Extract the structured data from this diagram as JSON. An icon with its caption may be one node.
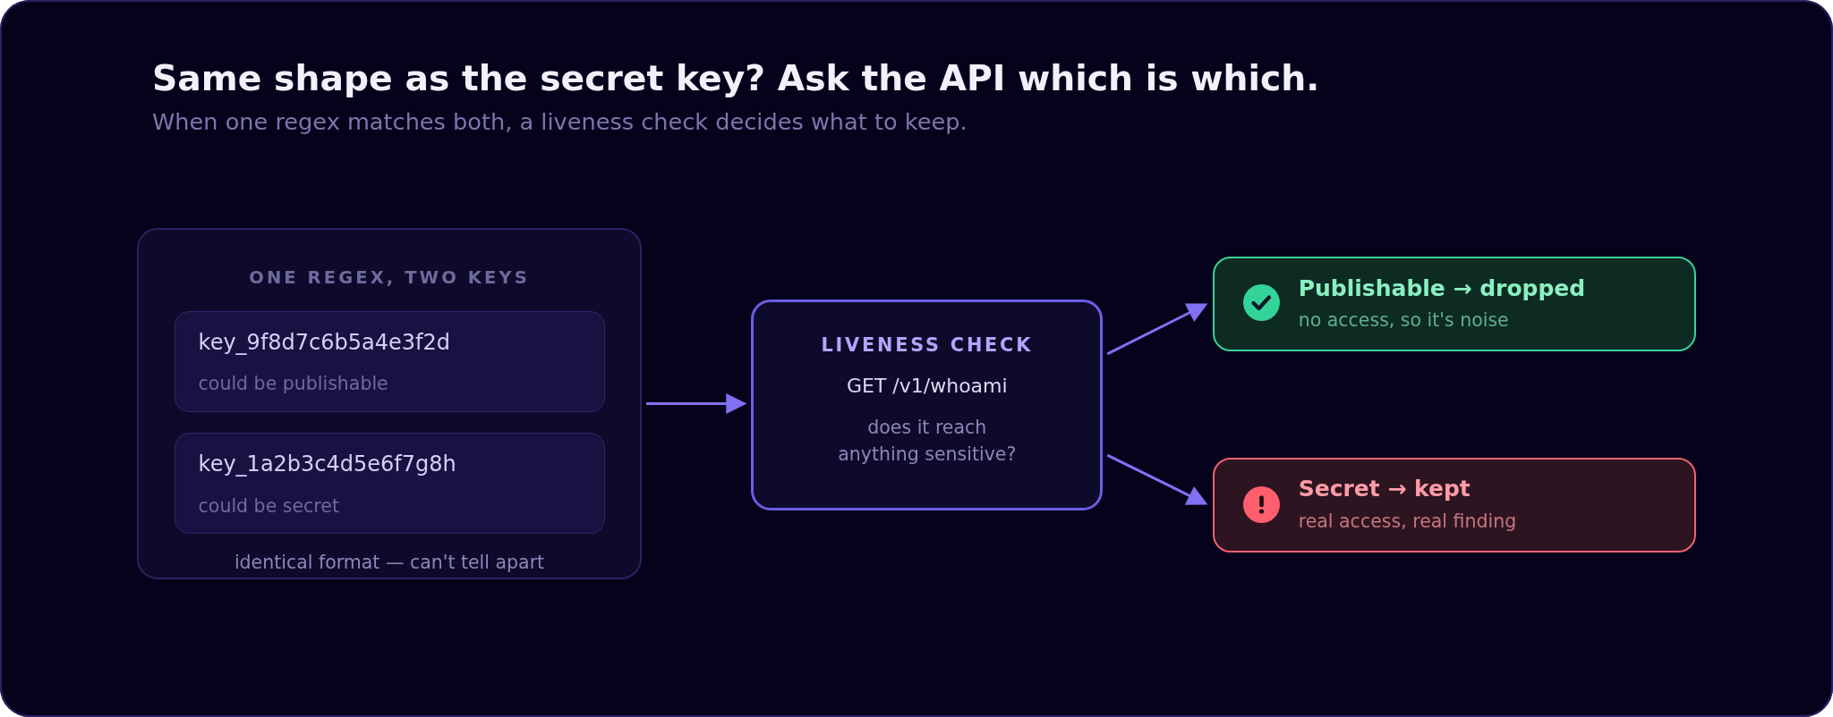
{
  "diagram": {
    "title": "Same shape as the secret key? Ask the API which is which.",
    "nodes": [
      {
        "text": [
          "ONE REGEX, TWO KEYS",
          "identical format — can't tell apart"
        ]
      },
      {
        "text": [
          "key_9f8d7c6b5a4e3f2d",
          "could be publishable"
        ],
        "in": 0
      },
      {
        "text": [
          "key_1a2b3c4d5e6f7g8h",
          "could be secret"
        ],
        "in": 0
      },
      {
        "text": [
          "LIVENESS CHECK",
          "GET /v1/whoami",
          "does it reach anything sensitive?"
        ]
      },
      {
        "text": [
          "Publishable → dropped",
          "no access, so it's noise"
        ]
      },
      {
        "text": [
          "Secret → kept",
          "real access, real finding"
        ]
      }
    ],
    "edges": [
      {
        "from": 0,
        "to": 3,
        "arrow": "to"
      },
      {
        "from": 3,
        "to": 4,
        "arrow": "to"
      },
      {
        "from": 3,
        "to": 5,
        "arrow": "to"
      }
    ],
    "labels": [
      "When one regex matches both, a liveness check decides what to keep."
    ]
  }
}
